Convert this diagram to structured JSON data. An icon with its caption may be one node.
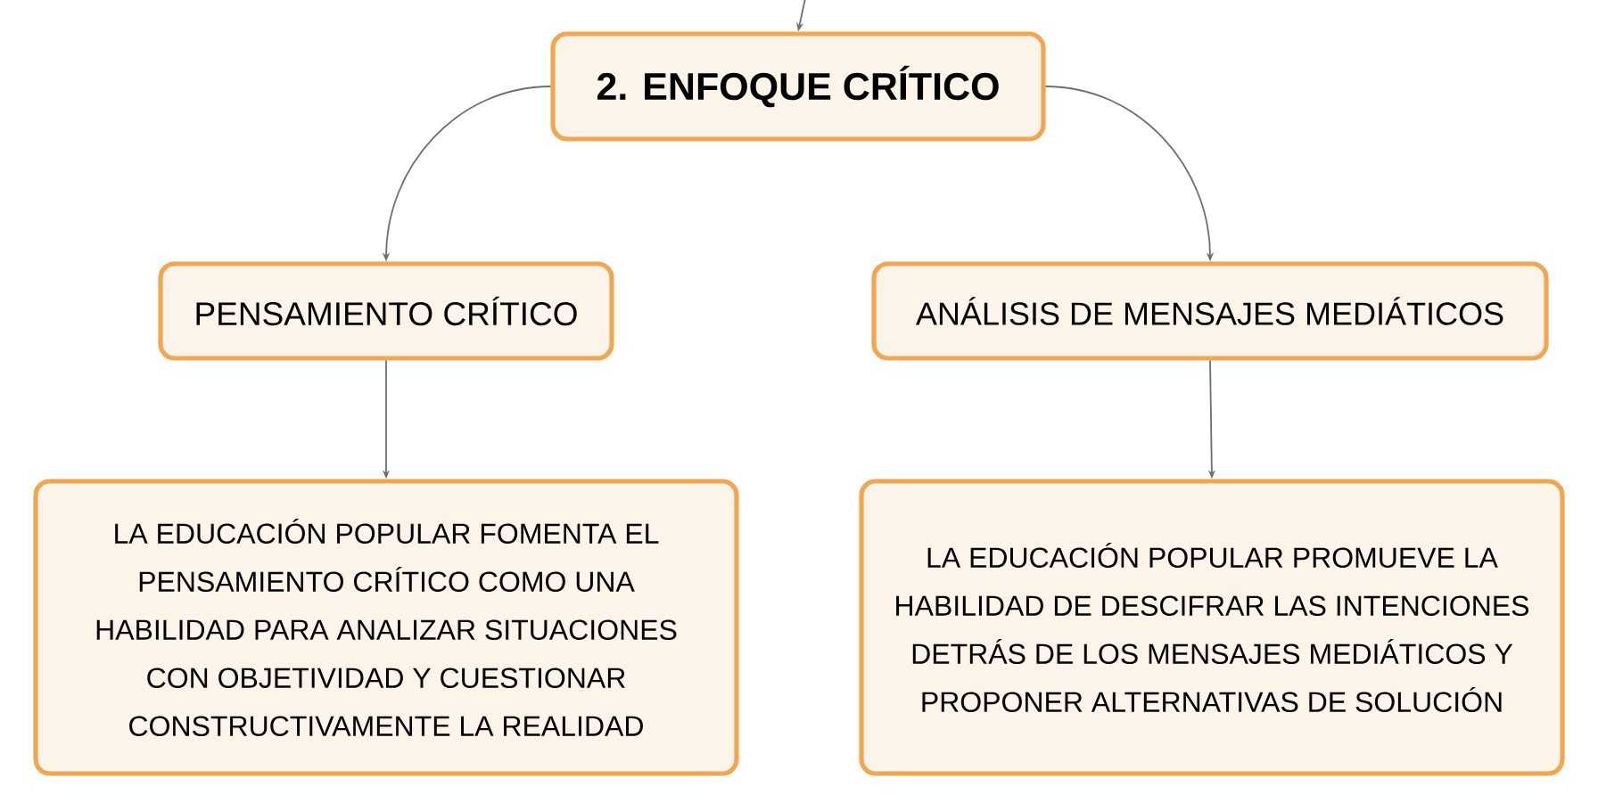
{
  "diagram": {
    "nodes": [
      {
        "text": [
          "2. ENFOQUE CRÍTICO"
        ]
      },
      {
        "text": [
          "PENSAMIENTO CRÍTICO"
        ]
      },
      {
        "text": [
          "ANÁLISIS DE MENSAJES MEDIÁTICOS"
        ]
      },
      {
        "text": [
          "LA EDUCACIÓN POPULAR FOMENTA EL PENSAMIENTO CRÍTICO COMO UNA HABILIDAD PARA ANALIZAR SITUACIONES CON OBJETIVIDAD Y CUESTIONAR CONSTRUCTIVAMENTE LA REALIDAD"
        ]
      },
      {
        "text": [
          "LA EDUCACIÓN POPULAR PROMUEVE LA HABILIDAD DE DESCIFRAR LAS INTENCIONES DETRÁS DE LOS MENSAJES MEDIÁTICOS Y PROPONER ALTERNATIVAS DE SOLUCIÓN"
        ]
      }
    ],
    "edges": [
      {
        "from": null,
        "to": 0,
        "arrow": "to"
      },
      {
        "from": 0,
        "to": 1,
        "arrow": "to"
      },
      {
        "from": 0,
        "to": 2,
        "arrow": "to"
      },
      {
        "from": 1,
        "to": 3,
        "arrow": "to"
      },
      {
        "from": 2,
        "to": 4,
        "arrow": "to"
      }
    ]
  }
}
